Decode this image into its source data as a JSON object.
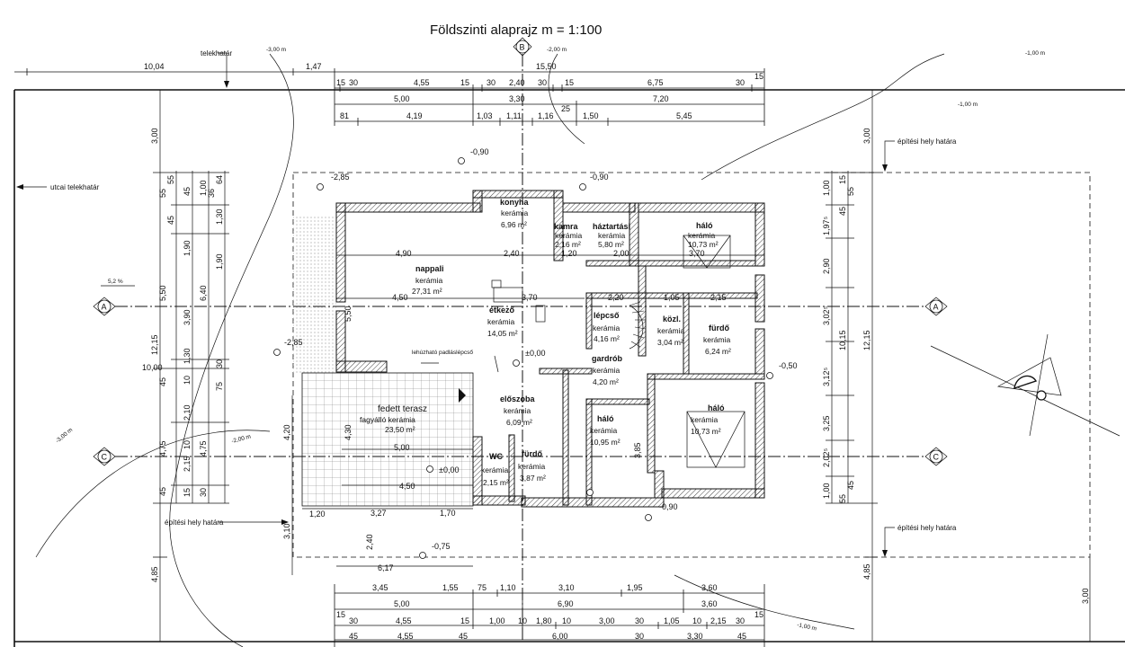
{
  "title": "Földszinti alaprajz m = 1:100",
  "axes": {
    "A": "A",
    "B": "B",
    "C": "C"
  },
  "labels": {
    "telekhatar": "telekhatár",
    "utcai": "utcai telekhatár",
    "epitesi1": "építési hely határa",
    "epitesi2": "építési hely határa",
    "epitesi3": "építési hely határa",
    "padlas": "lehúzható padláslépcső",
    "slope": "5,2 %"
  },
  "levels": {
    "l1": "-3,00 m",
    "l2": "-2,00 m",
    "l3": "-1,00 m",
    "l4": "-1,00 m",
    "l5": "-3,00 m",
    "l6": "-2,00 m",
    "l7": "-1,00 m",
    "e1": "-0,90",
    "e2": "-0,90",
    "e3": "-2,85",
    "e4": "-2,85",
    "e5": "±0,00",
    "e6": "±0,00",
    "e7": "-0,75",
    "e8": "-0,90",
    "e9": "-0,50"
  },
  "rooms": [
    {
      "name": "konyha",
      "mat": "kerámia",
      "area": "6,96 m²"
    },
    {
      "name": "kamra",
      "mat": "kerámia",
      "area": "2,16 m²"
    },
    {
      "name": "háztartási",
      "mat": "kerámia",
      "area": "5,80 m²"
    },
    {
      "name": "háló",
      "mat": "kerámia",
      "area": "10,73 m²"
    },
    {
      "name": "nappali",
      "mat": "kerámia",
      "area": "27,31 m²"
    },
    {
      "name": "étkező",
      "mat": "kerámia",
      "area": "14,05 m²"
    },
    {
      "name": "lépcső",
      "mat": "kerámia",
      "area": "4,16 m²"
    },
    {
      "name": "közl.",
      "mat": "kerámia",
      "area": "3,04 m²"
    },
    {
      "name": "fürdő",
      "mat": "kerámia",
      "area": "6,24 m²"
    },
    {
      "name": "gardrób",
      "mat": "kerámia",
      "area": "4,20 m²"
    },
    {
      "name": "előszoba",
      "mat": "kerámia",
      "area": "6,09 m²"
    },
    {
      "name": "háló",
      "mat": "kerámia",
      "area": "10,95 m²"
    },
    {
      "name": "háló",
      "mat": "kerámia",
      "area": "10,73 m²"
    },
    {
      "name": "fedett terasz",
      "mat": "fagyálló kerámia",
      "area": "23,50 m²"
    },
    {
      "name": "WC",
      "mat": "kerámia",
      "area": "2,15 m²"
    },
    {
      "name": "fürdő",
      "mat": "kerámia",
      "area": "3,87 m²"
    }
  ],
  "top_dims": {
    "r1": [
      "10,04",
      "1,47",
      "15,50"
    ],
    "r2": [
      "15",
      "30",
      "4,55",
      "15",
      "30",
      "2,40",
      "30",
      "15",
      "6,75",
      "30",
      "15"
    ],
    "r3": [
      "5,00",
      "3,30",
      "7,20"
    ],
    "r4": [
      "81",
      "4,19",
      "1,03",
      "1,11",
      "1,16",
      "25",
      "1,50",
      "5,45"
    ]
  },
  "bottom_dims": {
    "r1": [
      "3,45",
      "1,55",
      "75",
      "1,10",
      "3,10",
      "1,95",
      "3,60"
    ],
    "r2": [
      "5,00",
      "6,90",
      "3,60"
    ],
    "r3": [
      "15",
      "30",
      "4,55",
      "15",
      "1,00",
      "10",
      "1,80",
      "10",
      "3,00",
      "30",
      "1,05",
      "10",
      "2,15",
      "30",
      "15"
    ],
    "r4": [
      "45",
      "4,55",
      "45",
      "6,00",
      "30",
      "3,30",
      "45"
    ]
  },
  "left_dims": {
    "c1": [
      "3,00",
      "12,15",
      "10,00",
      "4,85"
    ],
    "c2": [
      "55",
      "45",
      "5,50",
      "45",
      "4,75",
      "45"
    ],
    "c3": [
      "55",
      "45",
      "1,90",
      "3,90",
      "1,30",
      "10",
      "2,10",
      "10",
      "2,15",
      "15"
    ],
    "c4": [
      "1,00",
      "6,40",
      "75",
      "4,75",
      "30"
    ],
    "c5": [
      "36",
      "1,30",
      "1,90",
      "30",
      "4,20",
      "3,10"
    ],
    "c6": [
      "64"
    ]
  },
  "right_dims": {
    "c1": [
      "1,00",
      "1,97⁵",
      "2,90",
      "3,02⁵",
      "3,12⁵",
      "3,25",
      "2,02⁵",
      "1,00"
    ],
    "c2": [
      "15",
      "55",
      "45",
      "10,15",
      "45",
      "55"
    ],
    "c3": [
      "3,00",
      "12,15",
      "4,85"
    ]
  },
  "inner": {
    "n1": "4,90",
    "n2": "2,40",
    "n3": "1,20",
    "n4": "2,00",
    "n5": "3,70",
    "n6": "4,50",
    "n7": "3,70",
    "n8": "1,05",
    "n9": "2,15",
    "n10": "2,20",
    "n11": "5,00",
    "n12": "4,50",
    "n13": "6,17",
    "n14": "3,27",
    "n15": "1,70",
    "n16": "1,20",
    "n17": "2,40",
    "n18": "5,50",
    "n19": "4,30",
    "n20": "3,85"
  }
}
